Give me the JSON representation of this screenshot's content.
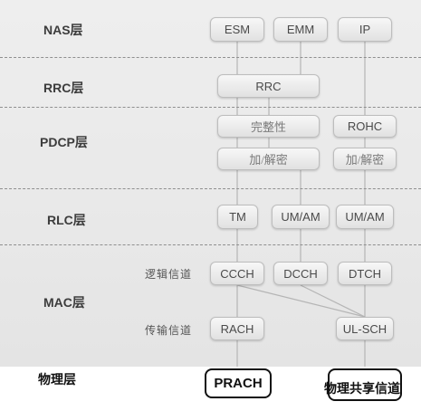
{
  "layers": {
    "nas": "NAS层",
    "rrc": "RRC层",
    "pdcp": "PDCP层",
    "rlc": "RLC层",
    "mac": "MAC层",
    "phy": "物理层"
  },
  "channel_types": {
    "logical": "逻辑信道",
    "transport": "传输信道"
  },
  "blocks": {
    "esm": "ESM",
    "emm": "EMM",
    "ip": "IP",
    "rrc": "RRC",
    "integrity": "完整性",
    "rohc": "ROHC",
    "cipher_1": "加/解密",
    "cipher_2": "加/解密",
    "tm": "TM",
    "um_am_1": "UM/AM",
    "um_am_2": "UM/AM",
    "ccch": "CCCH",
    "dcch": "DCCH",
    "dtch": "DTCH",
    "rach": "RACH",
    "ul_sch": "UL-SCH"
  },
  "physical": {
    "prach": "PRACH",
    "shared": "物理共享信道"
  }
}
